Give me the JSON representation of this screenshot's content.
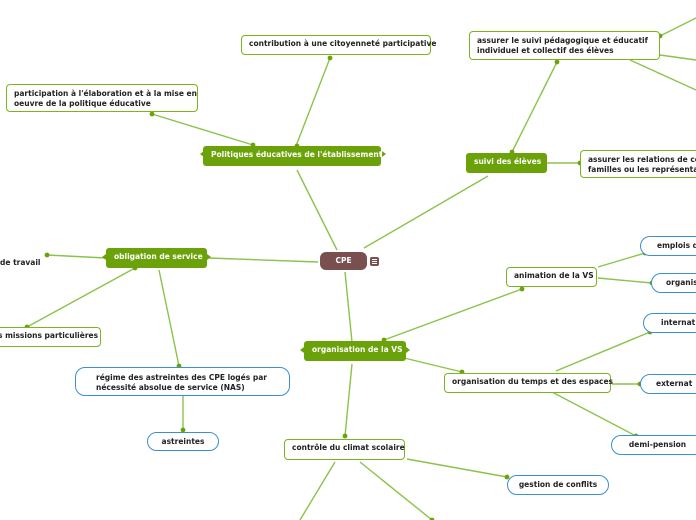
{
  "central": {
    "label": "CPE"
  },
  "nodes": {
    "politiques": "Politiques éducatives de l'établissement",
    "citoyennete": "contribution à une citoyenneté participative",
    "participation_l1": "participation à l'élaboration et à la mise en",
    "participation_l2": "oeuvre de la politique éducative",
    "suivi": "suivi des élèves",
    "assurer_suivi_l1": "assurer le suivi pédagogique et éducatif",
    "assurer_suivi_l2": "individuel et collectif des élèves",
    "relations_l1": "assurer les relations de con",
    "relations_l2": "familles ou les représentant",
    "obligation": "obligation de service",
    "travail": "de travail",
    "missions": "s missions particulières",
    "regime_l1": "régime des astreintes des CPE logés par",
    "regime_l2": "nécessité absolue de service (NAS)",
    "astreintes": "astreintes",
    "organisation_vs": "organisation de la VS",
    "animation": "animation de la VS",
    "emplois": "emplois du",
    "organis": "organis",
    "temps_espaces": "organisation du temps et des espaces",
    "internat": "internat",
    "externat": "externat",
    "demi_pension": "demi-pension",
    "controle": "contrôle du climat scolaire",
    "conflits": "gestion de conflits"
  },
  "colors": {
    "link": "#8bc34a",
    "central": "#7a4f4f",
    "main_fill": "#6ba20a",
    "border_blue": "#3a8fd6"
  }
}
